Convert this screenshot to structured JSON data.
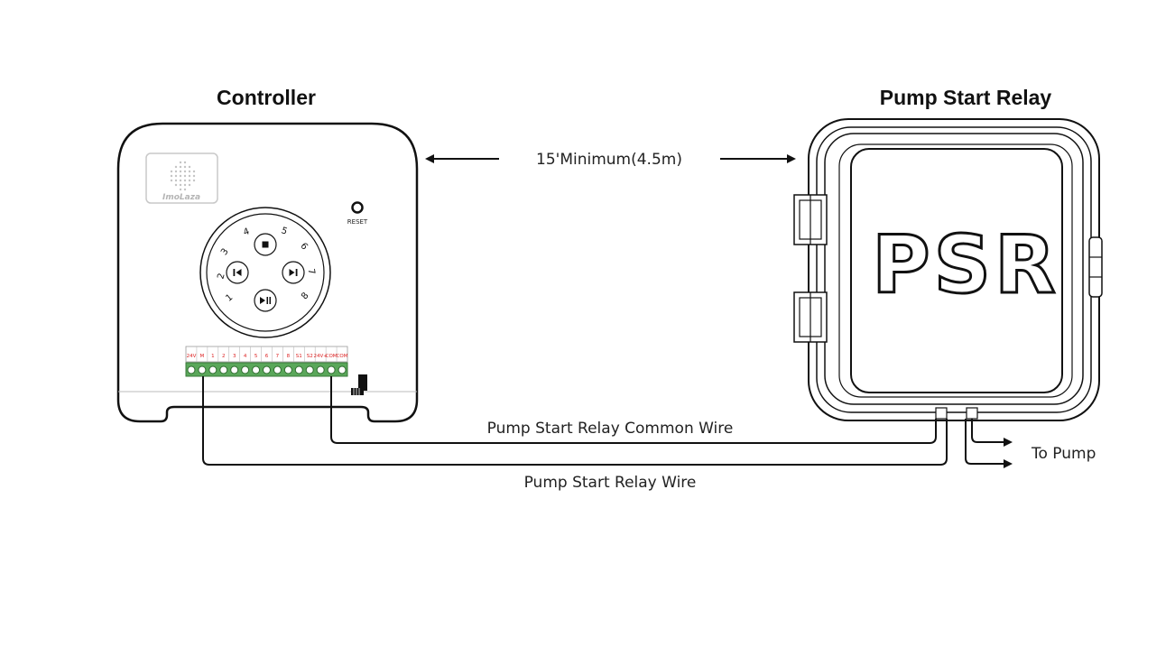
{
  "controller": {
    "title": "Controller",
    "brand": "ImoLaza",
    "reset_label": "RESET",
    "dial_numbers": [
      "1",
      "2",
      "3",
      "4",
      "5",
      "6",
      "7",
      "8"
    ],
    "terminals": [
      "24V",
      "M",
      "1",
      "2",
      "3",
      "4",
      "5",
      "6",
      "7",
      "8",
      "S1",
      "S2",
      "24V+",
      "COM",
      "COM"
    ]
  },
  "relay": {
    "title": "Pump Start Relay",
    "logo": "PSR"
  },
  "distance_label": "15'Minimum(4.5m)",
  "wires": {
    "common_label": "Pump Start Relay Common Wire",
    "relay_label": "Pump Start Relay Wire",
    "pump_label": "To Pump"
  },
  "colors": {
    "terminal_green": "#5aa75a",
    "terminal_label": "#dd2222",
    "outline": "#111111"
  }
}
